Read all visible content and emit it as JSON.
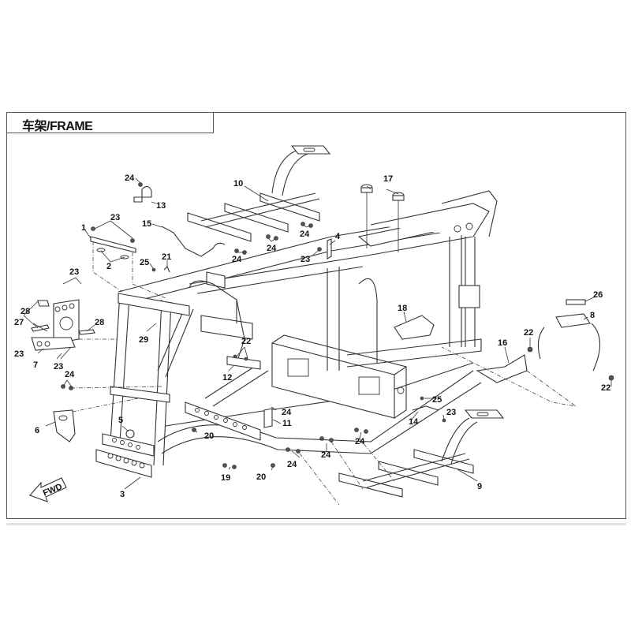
{
  "header": {
    "title": "车架/FRAME"
  },
  "fwd_arrow": {
    "label": "FWD"
  },
  "callouts": [
    {
      "id": "c1",
      "num": "1"
    },
    {
      "id": "c2",
      "num": "2"
    },
    {
      "id": "c3",
      "num": "3"
    },
    {
      "id": "c4",
      "num": "4"
    },
    {
      "id": "c5",
      "num": "5"
    },
    {
      "id": "c6",
      "num": "6"
    },
    {
      "id": "c7",
      "num": "7"
    },
    {
      "id": "c8",
      "num": "8"
    },
    {
      "id": "c9",
      "num": "9"
    },
    {
      "id": "c10",
      "num": "10"
    },
    {
      "id": "c11",
      "num": "11"
    },
    {
      "id": "c12",
      "num": "12"
    },
    {
      "id": "c13",
      "num": "13"
    },
    {
      "id": "c14",
      "num": "14"
    },
    {
      "id": "c15",
      "num": "15"
    },
    {
      "id": "c16",
      "num": "16"
    },
    {
      "id": "c17",
      "num": "17"
    },
    {
      "id": "c18",
      "num": "18"
    },
    {
      "id": "c19",
      "num": "19"
    },
    {
      "id": "c20a",
      "num": "20"
    },
    {
      "id": "c20b",
      "num": "20"
    },
    {
      "id": "c21",
      "num": "21"
    },
    {
      "id": "c22a",
      "num": "22"
    },
    {
      "id": "c22b",
      "num": "22"
    },
    {
      "id": "c22c",
      "num": "22"
    },
    {
      "id": "c23a",
      "num": "23"
    },
    {
      "id": "c23b",
      "num": "23"
    },
    {
      "id": "c23c",
      "num": "23"
    },
    {
      "id": "c23d",
      "num": "23"
    },
    {
      "id": "c23e",
      "num": "23"
    },
    {
      "id": "c23f",
      "num": "23"
    },
    {
      "id": "c24a",
      "num": "24"
    },
    {
      "id": "c24b",
      "num": "24"
    },
    {
      "id": "c24c",
      "num": "24"
    },
    {
      "id": "c24d",
      "num": "24"
    },
    {
      "id": "c24e",
      "num": "24"
    },
    {
      "id": "c24f",
      "num": "24"
    },
    {
      "id": "c24g",
      "num": "24"
    },
    {
      "id": "c24h",
      "num": "24"
    },
    {
      "id": "c24i",
      "num": "24"
    },
    {
      "id": "c25a",
      "num": "25"
    },
    {
      "id": "c25b",
      "num": "25"
    },
    {
      "id": "c26",
      "num": "26"
    },
    {
      "id": "c27",
      "num": "27"
    },
    {
      "id": "c28a",
      "num": "28"
    },
    {
      "id": "c28b",
      "num": "28"
    },
    {
      "id": "c29",
      "num": "29"
    }
  ]
}
